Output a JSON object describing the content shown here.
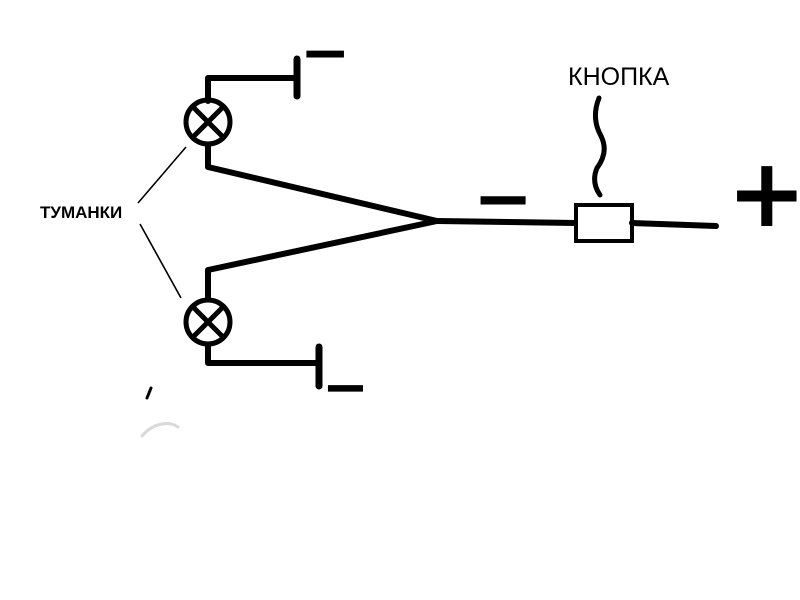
{
  "diagram": {
    "labels": {
      "fog_lights": "ТУМАНКИ",
      "button": "КНОПКА"
    },
    "signs": {
      "plus": "+",
      "minus_wire": "−",
      "minus_ground_top": "−",
      "minus_ground_bottom": "−"
    },
    "colors": {
      "ink": "#000000",
      "background": "#ffffff"
    },
    "symbols": [
      "fog-lamp-top (circle with X)",
      "fog-lamp-bottom (circle with X)",
      "button-box (rectangle switch)",
      "ground-terminal-top (bar)",
      "ground-terminal-bottom (bar)"
    ]
  }
}
